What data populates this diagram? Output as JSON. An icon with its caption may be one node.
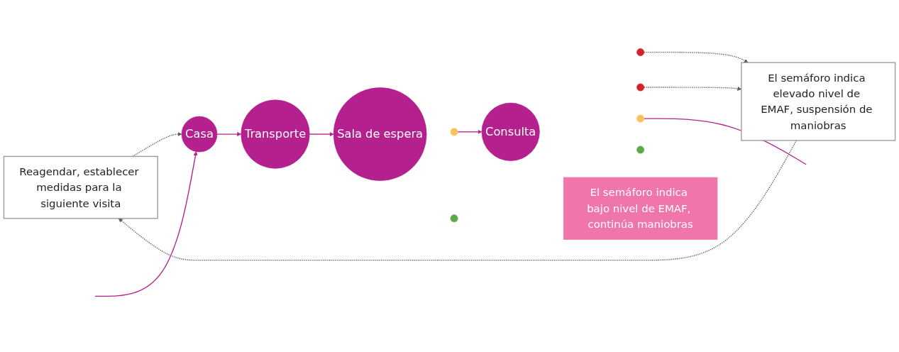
{
  "diagram": {
    "nodes": [
      {
        "text": [
          "Reagendar, establecer medidas para la siguiente visita"
        ]
      },
      {
        "text": [
          "El semáforo indica elevado nivel de EMAF, suspensión de maniobras"
        ]
      },
      {
        "text": [
          "Casa"
        ]
      },
      {
        "text": [
          "Transporte"
        ]
      },
      {
        "text": [
          "Sala de espera"
        ]
      },
      {
        "text": [],
        "shape": "circle"
      },
      {
        "text": [],
        "shape": "circle"
      },
      {
        "text": [],
        "shape": "circle"
      },
      {
        "text": [
          "Consulta"
        ]
      },
      {
        "text": [],
        "shape": "circle"
      },
      {
        "text": [],
        "shape": "circle"
      },
      {
        "text": [],
        "shape": "circle"
      },
      {
        "text": [
          "El semáforo indica bajo nivel de EMAF, continúa maniobras"
        ]
      }
    ],
    "edges": [
      {
        "from": 2,
        "to": 3,
        "arrow": "to"
      },
      {
        "from": 3,
        "to": 4,
        "arrow": "to"
      },
      {
        "from": 6,
        "to": 8,
        "arrow": "to"
      },
      {
        "from": 5,
        "to": 1,
        "arrow": "to",
        "style": "dashed",
        "color": "#595959"
      },
      {
        "from": 9,
        "to": 1,
        "arrow": "to",
        "style": "dashed",
        "color": "#595959"
      },
      {
        "from": 1,
        "to": 0,
        "arrow": "to",
        "style": "dashed",
        "color": "#595959"
      },
      {
        "from": 0,
        "to": 2,
        "arrow": "to",
        "style": "dashed",
        "color": "#595959"
      },
      {
        "from": 10,
        "to": null,
        "arrow": "none"
      },
      {
        "from": null,
        "to": 2,
        "arrow": "to"
      }
    ]
  }
}
